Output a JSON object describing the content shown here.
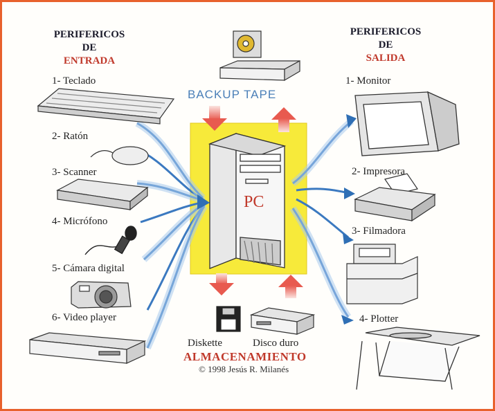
{
  "input_header": {
    "line1": "PERIFERICOS",
    "line2": "DE",
    "line3": "ENTRADA"
  },
  "output_header": {
    "line1": "PERIFERICOS",
    "line2": "DE",
    "line3": "SALIDA"
  },
  "input_devices": [
    {
      "label": "1- Teclado",
      "icon": "keyboard-icon"
    },
    {
      "label": "2- Ratón",
      "icon": "mouse-icon"
    },
    {
      "label": "3- Scanner",
      "icon": "scanner-icon"
    },
    {
      "label": "4- Micrófono",
      "icon": "microphone-icon"
    },
    {
      "label": "5- Cámara digital",
      "icon": "camera-icon"
    },
    {
      "label": "6- Video player",
      "icon": "video-player-icon"
    }
  ],
  "output_devices": [
    {
      "label": "1- Monitor",
      "icon": "monitor-icon"
    },
    {
      "label": "2- Impresora",
      "icon": "printer-icon"
    },
    {
      "label": "3- Filmadora",
      "icon": "film-recorder-icon"
    },
    {
      "label": "4- Plotter",
      "icon": "plotter-icon"
    }
  ],
  "center": {
    "backup": "BACKUP TAPE",
    "pc": "PC"
  },
  "storage": {
    "diskette": "Diskette",
    "hard_disk": "Disco duro",
    "title": "ALMACENAMIENTO",
    "credit": "© 1998 Jesús R. Milanés"
  },
  "colors": {
    "border": "#e8612c",
    "header_red": "#c0392b",
    "panel_yellow": "#f7ea3a",
    "arrow_blue": "#2f6fb5",
    "arrow_red": "#e85a4f"
  }
}
